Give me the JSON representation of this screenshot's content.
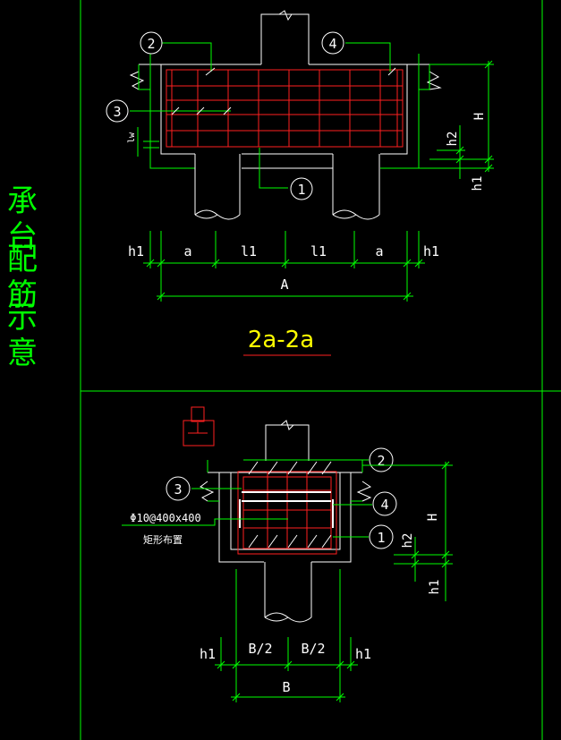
{
  "side_title": [
    "承台",
    "配筋",
    "示意"
  ],
  "section_title": "2a-2a",
  "top_view": {
    "callouts": [
      "2",
      "4",
      "3",
      "1"
    ],
    "dims_bottom": [
      "h1",
      "a",
      "l1",
      "l1",
      "a",
      "h1"
    ],
    "dim_total": "A",
    "dims_right": [
      "H",
      "h2",
      "h1"
    ],
    "dim_left": "lw"
  },
  "bottom_view": {
    "callouts": [
      "2",
      "3",
      "4",
      "1"
    ],
    "stirrup_note": "Φ10@400x400",
    "stirrup_note2": "矩形布置",
    "dims_bottom": [
      "h1",
      "B/2",
      "B/2",
      "h1"
    ],
    "dim_total": "B",
    "dims_right": [
      "H",
      "h2",
      "h1"
    ]
  },
  "colors": {
    "background": "#000000",
    "line_green": "#00ff00",
    "rebar_red": "#ff2020",
    "white": "#ffffff"
  }
}
